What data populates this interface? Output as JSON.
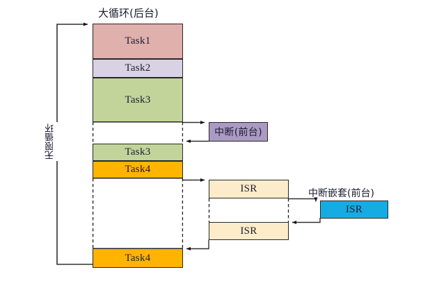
{
  "diagram": {
    "title_background": "大循环(后台)",
    "loop_caption": "无限循环",
    "foreground_label": "中断(前台)",
    "nested_label": "中断嵌套(前台)",
    "colors": {
      "task1": "#dfb0ac",
      "task2": "#d9d2e4",
      "task3": "#c2d49a",
      "task4": "#ffb400",
      "interrupt": "#ab9ac3",
      "isr": "#fcecc9",
      "isr_nested": "#16ace3",
      "stroke": "#262626",
      "background": "#ffffff"
    },
    "background_column": {
      "blocks": [
        {
          "label": "Task1",
          "color_key": "task1"
        },
        {
          "label": "Task2",
          "color_key": "task2"
        },
        {
          "label": "Task3",
          "color_key": "task3"
        },
        {
          "label": "",
          "color_key": "background"
        },
        {
          "label": "Task3",
          "color_key": "task3"
        },
        {
          "label": "Task4",
          "color_key": "task4"
        },
        {
          "label": "",
          "color_key": "background"
        },
        {
          "label": "Task4",
          "color_key": "task4"
        }
      ]
    },
    "interrupt_column": {
      "blocks": [
        {
          "label": "中断(前台)",
          "color_key": "interrupt"
        },
        {
          "label": "ISR",
          "color_key": "isr"
        },
        {
          "label": "ISR",
          "color_key": "isr"
        }
      ]
    },
    "nested_column": {
      "blocks": [
        {
          "label": "ISR",
          "color_key": "isr_nested"
        }
      ]
    }
  }
}
